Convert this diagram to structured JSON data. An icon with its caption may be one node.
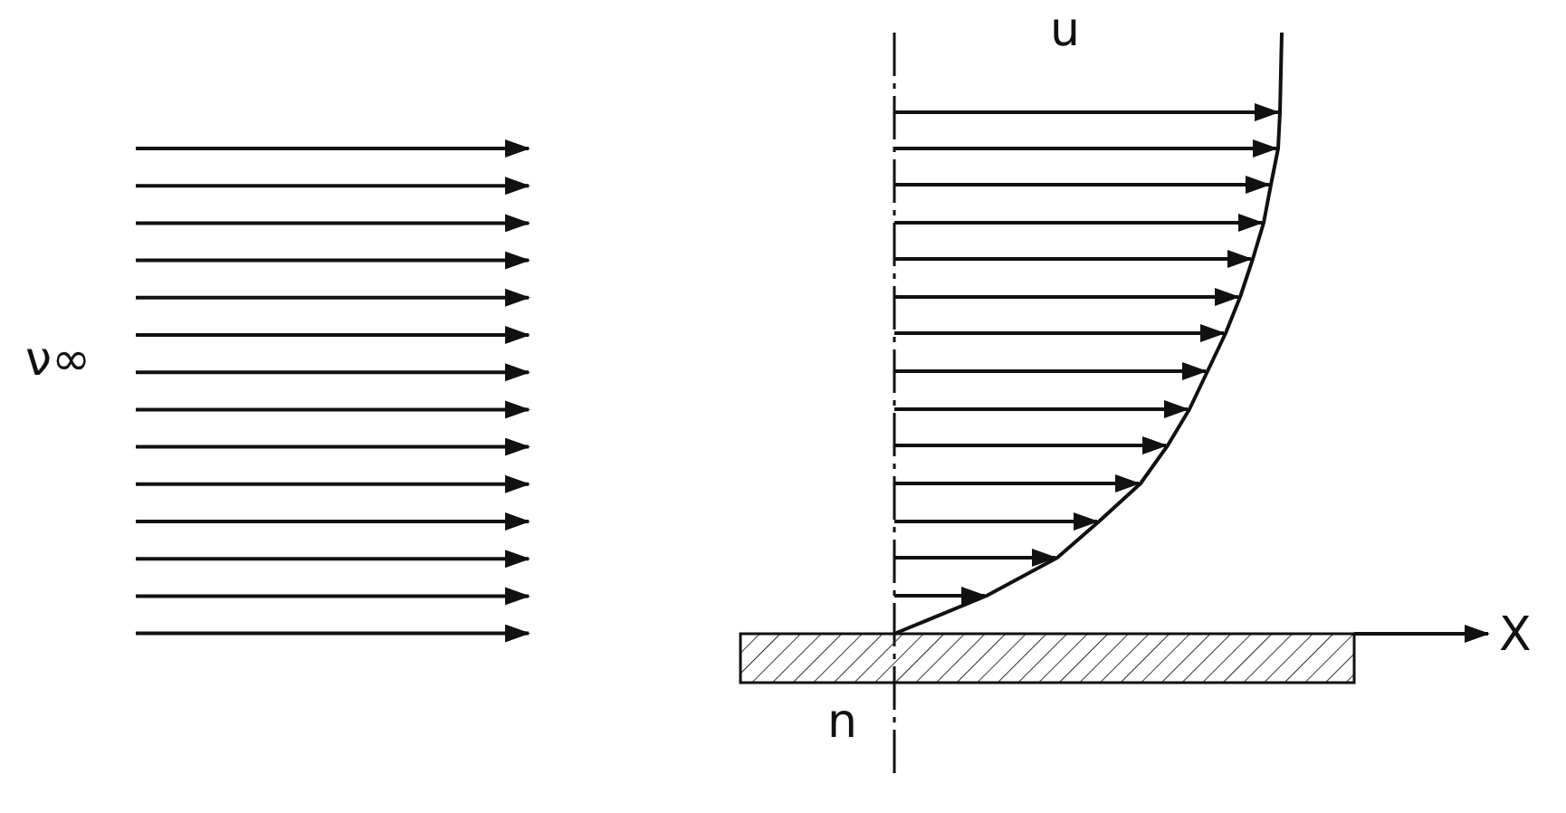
{
  "diagram": {
    "labels": [
      "u",
      "ν∞",
      "X",
      "n"
    ]
  }
}
